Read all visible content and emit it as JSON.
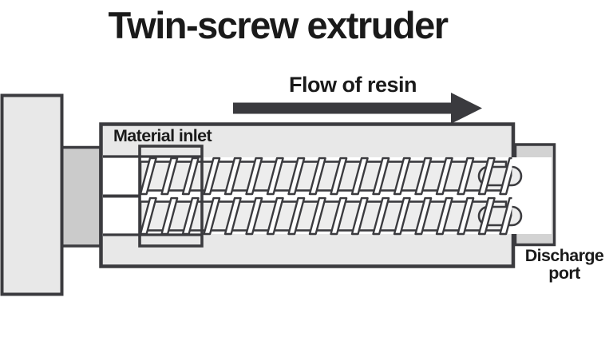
{
  "diagram": {
    "title": "Twin-screw extruder",
    "flow_label": "Flow of resin",
    "material_inlet_label": "Material inlet",
    "discharge_label_line1": "Discharge",
    "discharge_label_line2": "port",
    "colors": {
      "outline": "#3b3b3f",
      "block_fill": "#e8e8e8",
      "shaft_fill": "#cbcbcb",
      "end_cap_fill": "#d3d3d3",
      "channel_fill": "#ffffff",
      "screw_root_fill": "#ededed",
      "flight_fill": "#fdfdfd",
      "arrow_color": "#3a3a3e",
      "text_color": "#1a1a1a",
      "background": "#ffffff"
    }
  }
}
